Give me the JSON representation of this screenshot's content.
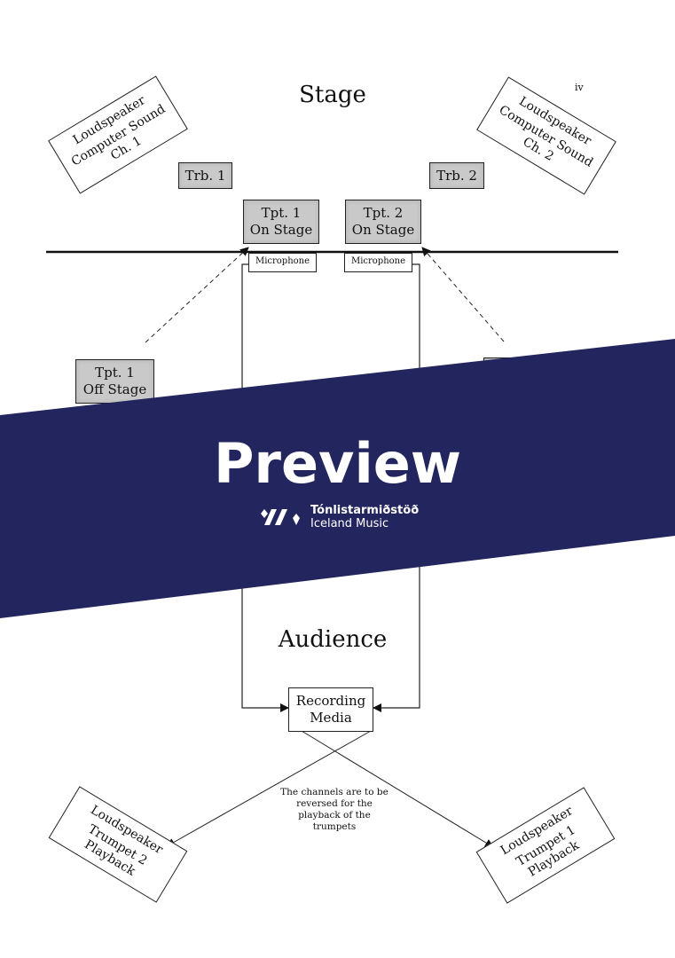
{
  "page": {
    "page_number": "iv",
    "stage_label": "Stage",
    "audience_label": "Audience"
  },
  "loudspeakers": {
    "computer_ch1": [
      "Loudspeaker",
      "Computer Sound",
      "Ch. 1"
    ],
    "computer_ch2": [
      "Loudspeaker",
      "Computer Sound",
      "Ch. 2"
    ],
    "trumpet2_playback": [
      "Loudspeaker",
      "Trumpet 2",
      "Playback"
    ],
    "trumpet1_playback": [
      "Loudspeaker",
      "Trumpet 1",
      "Playback"
    ]
  },
  "performers": {
    "trb1": "Trb. 1",
    "trb2": "Trb. 2",
    "tpt1_on": [
      "Tpt. 1",
      "On Stage"
    ],
    "tpt2_on": [
      "Tpt. 2",
      "On Stage"
    ],
    "tpt1_off": [
      "Tpt. 1",
      "Off Stage"
    ]
  },
  "microphones": {
    "mic1": "Microphone",
    "mic2": "Microphone"
  },
  "recording_media": [
    "Recording",
    "Media"
  ],
  "note": "The channels are to be reversed for the playback of the trumpets",
  "watermark": {
    "title": "Preview",
    "brand_line1": "Tónlistarmiðstöð",
    "brand_line2": "Iceland Music",
    "color": "#23265e",
    "logo_icon": "iceland-music-logo-icon"
  }
}
